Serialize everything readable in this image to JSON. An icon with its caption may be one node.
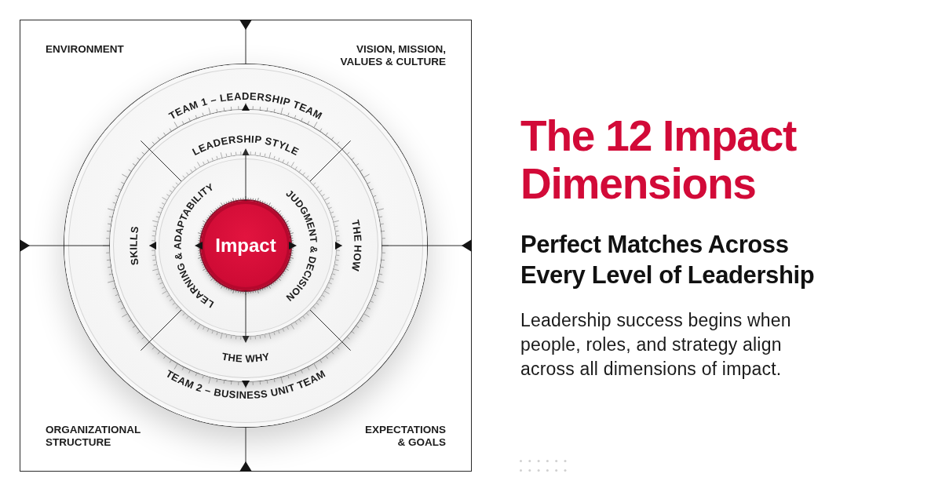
{
  "diagram": {
    "title": "The 12 Impact Dimensions",
    "nodes": [
      {
        "text": [
          "ENVIRONMENT",
          "VISION, MISSION, VALUES & CULTURE",
          "ORGANIZATIONAL STRUCTURE",
          "EXPECTATIONS & GOALS"
        ]
      },
      {
        "text": [
          "TEAM 1 – LEADERSHIP TEAM",
          "TEAM 2 – BUSINESS UNIT TEAM"
        ],
        "in": 0
      },
      {
        "text": [
          "LEADERSHIP STYLE",
          "SKILLS",
          "THE HOW",
          "THE WHY"
        ],
        "in": 1
      },
      {
        "text": [
          "LEARNING & ADAPTABILITY",
          "JUDGMENT & DECISION"
        ],
        "in": 2
      },
      {
        "text": [
          "Impact"
        ],
        "in": 3
      }
    ],
    "edges": [
      {
        "from": 4,
        "to": 3,
        "arrow": "to"
      },
      {
        "from": 4,
        "to": 3,
        "arrow": "to"
      }
    ],
    "labels": [
      "Perfect Matches Across Every Level of Leadership",
      "Leadership success begins when people, roles, and strategy align across all dimensions of impact."
    ]
  }
}
